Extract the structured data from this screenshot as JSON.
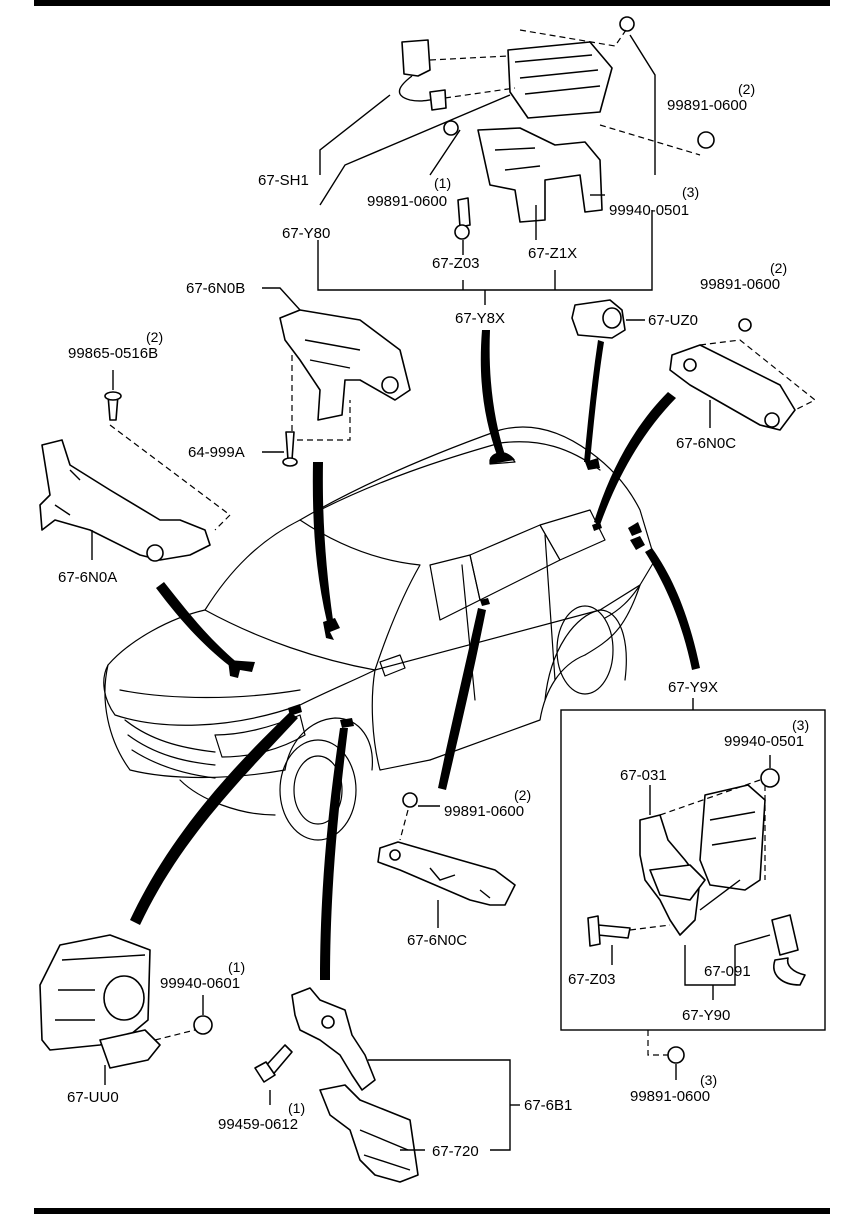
{
  "labels": {
    "l_67SH1": "67-SH1",
    "l_67Y80": "67-Y80",
    "l_99891_0600_a": "99891-0600",
    "l_99891_0600_a_qty": "(1)",
    "l_67Z03_a": "67-Z03",
    "l_67Z1X": "67-Z1X",
    "l_99940_0501_a": "99940-0501",
    "l_99940_0501_a_qty": "(3)",
    "l_99891_0600_b": "99891-0600",
    "l_99891_0600_b_qty": "(2)",
    "l_67Y8X": "67-Y8X",
    "l_676N0B": "67-6N0B",
    "l_67UZ0": "67-UZ0",
    "l_99891_0600_c": "99891-0600",
    "l_99891_0600_c_qty": "(2)",
    "l_99865_0516B": "99865-0516B",
    "l_99865_0516B_qty": "(2)",
    "l_64999A": "64-999A",
    "l_676N0C_a": "67-6N0C",
    "l_676N0A": "67-6N0A",
    "l_67Y9X": "67-Y9X",
    "l_99940_0501_b": "99940-0501",
    "l_99940_0501_b_qty": "(3)",
    "l_67031": "67-031",
    "l_99891_0600_d": "99891-0600",
    "l_99891_0600_d_qty": "(2)",
    "l_676N0C_b": "67-6N0C",
    "l_67Z03_b": "67-Z03",
    "l_67091": "67-091",
    "l_67Y90": "67-Y90",
    "l_99940_0601": "99940-0601",
    "l_99940_0601_qty": "(1)",
    "l_67UU0": "67-UU0",
    "l_99891_0600_e": "99891-0600",
    "l_99891_0600_e_qty": "(3)",
    "l_99459_0612": "99459-0612",
    "l_99459_0612_qty": "(1)",
    "l_676B1": "67-6B1",
    "l_67720": "67-720"
  }
}
